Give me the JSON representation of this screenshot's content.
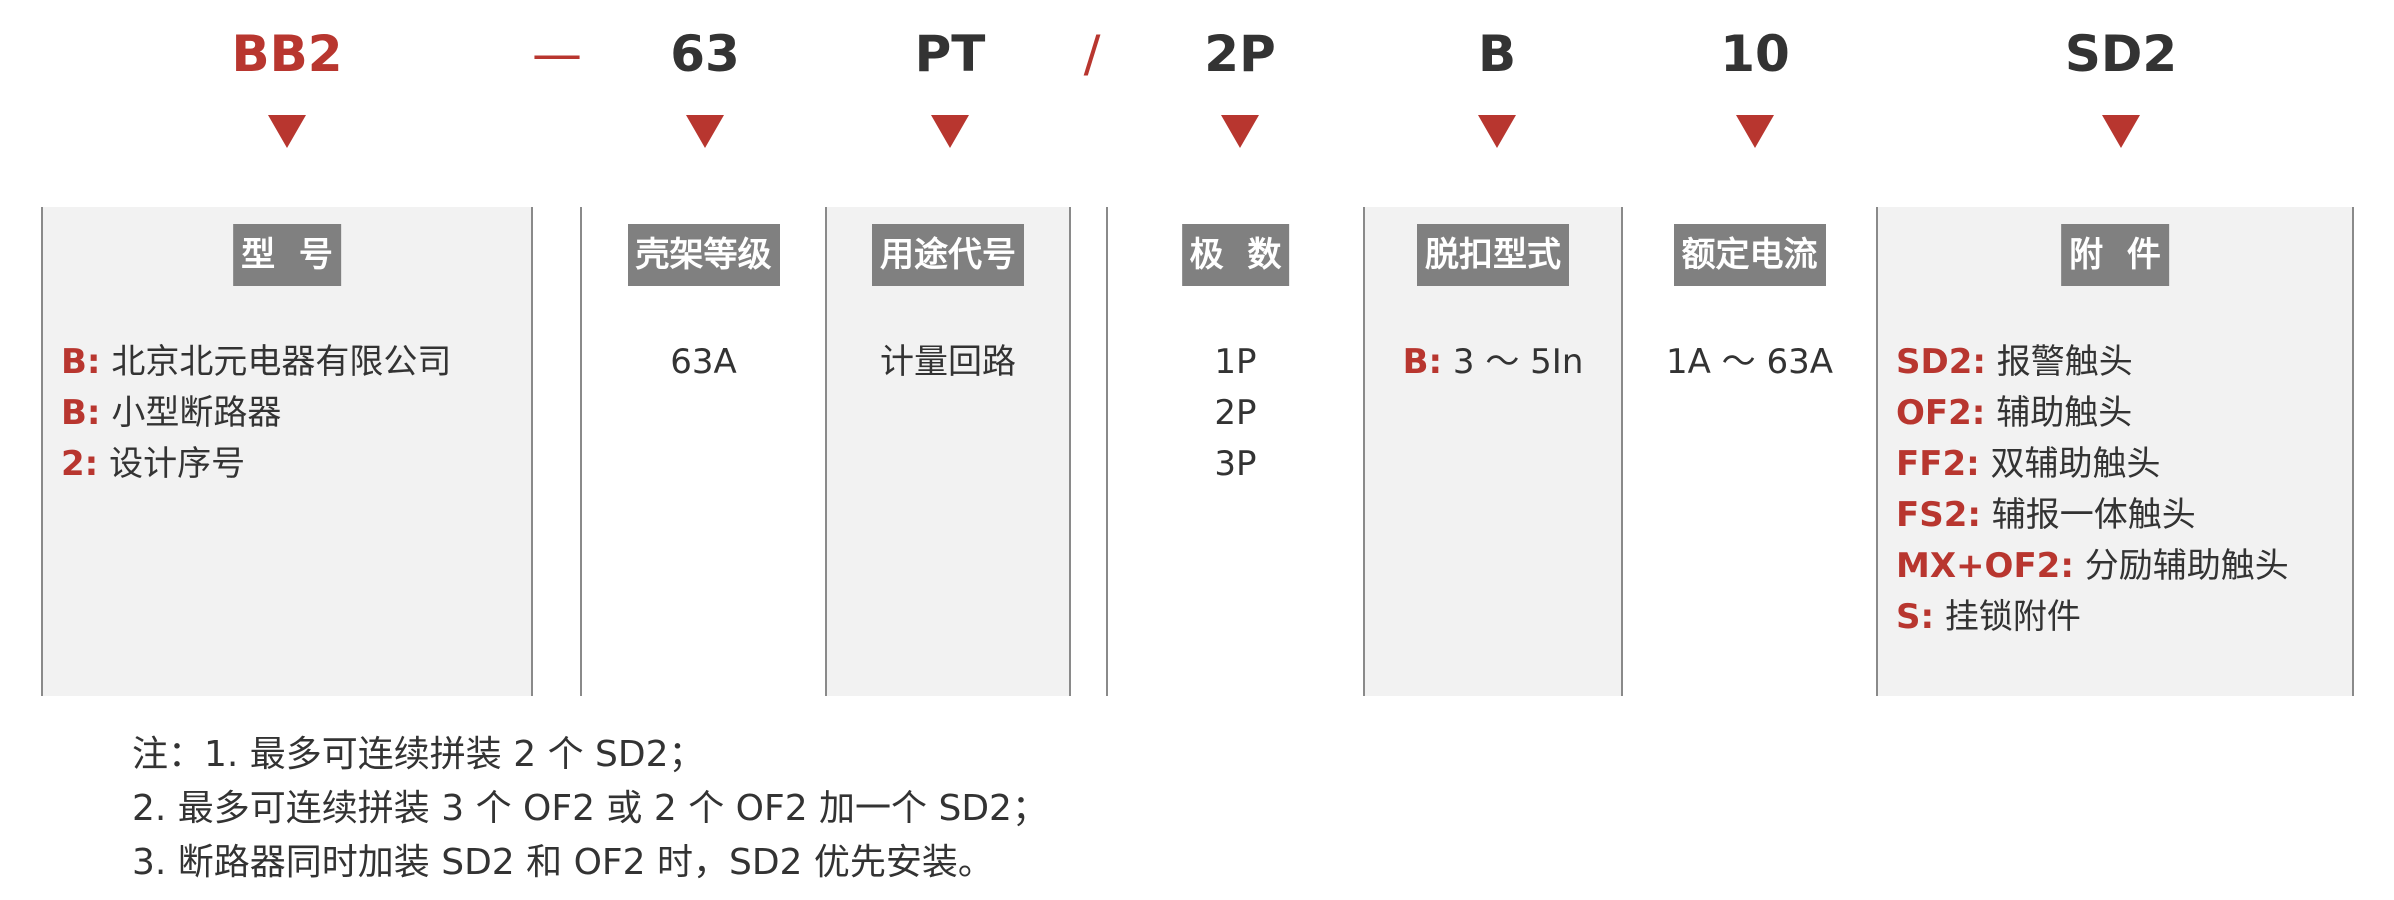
{
  "model_code": {
    "parts": [
      {
        "text": "BB2",
        "highlight": true
      },
      {
        "text": "63",
        "highlight": false
      },
      {
        "text": "PT",
        "highlight": false
      },
      {
        "text": "2P",
        "highlight": false
      },
      {
        "text": "B",
        "highlight": false
      },
      {
        "text": "10",
        "highlight": false
      },
      {
        "text": "SD2",
        "highlight": false
      }
    ],
    "separators": [
      "—",
      "/"
    ]
  },
  "columns": [
    {
      "label": "型  号",
      "items": [
        {
          "key": "B:",
          "value": "北京北元电器有限公司"
        },
        {
          "key": "B:",
          "value": "小型断路器"
        },
        {
          "key": "2:",
          "value": "设计序号"
        }
      ]
    },
    {
      "label": "壳架等级",
      "items": [
        {
          "key": "",
          "value": "63A"
        }
      ]
    },
    {
      "label": "用途代号",
      "items": [
        {
          "key": "",
          "value": "计量回路"
        }
      ]
    },
    {
      "label": "极  数",
      "items": [
        {
          "key": "",
          "value": "1P"
        },
        {
          "key": "",
          "value": "2P"
        },
        {
          "key": "",
          "value": "3P"
        }
      ]
    },
    {
      "label": "脱扣型式",
      "items": [
        {
          "key": "B:",
          "value": "3 ～ 5In"
        }
      ]
    },
    {
      "label": "额定电流",
      "items": [
        {
          "key": "",
          "value": "1A ～ 63A"
        }
      ]
    },
    {
      "label": "附  件",
      "items": [
        {
          "key": "SD2:",
          "value": "报警触头"
        },
        {
          "key": "OF2:",
          "value": "辅助触头"
        },
        {
          "key": "FF2:",
          "value": "双辅助触头"
        },
        {
          "key": "FS2:",
          "value": "辅报一体触头"
        },
        {
          "key": "MX+OF2:",
          "value": "分励辅助触头"
        },
        {
          "key": "S:",
          "value": "挂锁附件"
        }
      ]
    }
  ],
  "notes": [
    "注：1. 最多可连续拼装 2 个 SD2；",
    "2. 最多可连续拼装 3 个 OF2 或 2 个 OF2 加一个 SD2；",
    "3. 断路器同时加装 SD2 和 OF2 时，SD2 优先安装。"
  ],
  "colors": {
    "accent": "#b8362f",
    "label_bg": "#808080",
    "panel_bg": "#f2f2f2",
    "text": "#333333"
  }
}
